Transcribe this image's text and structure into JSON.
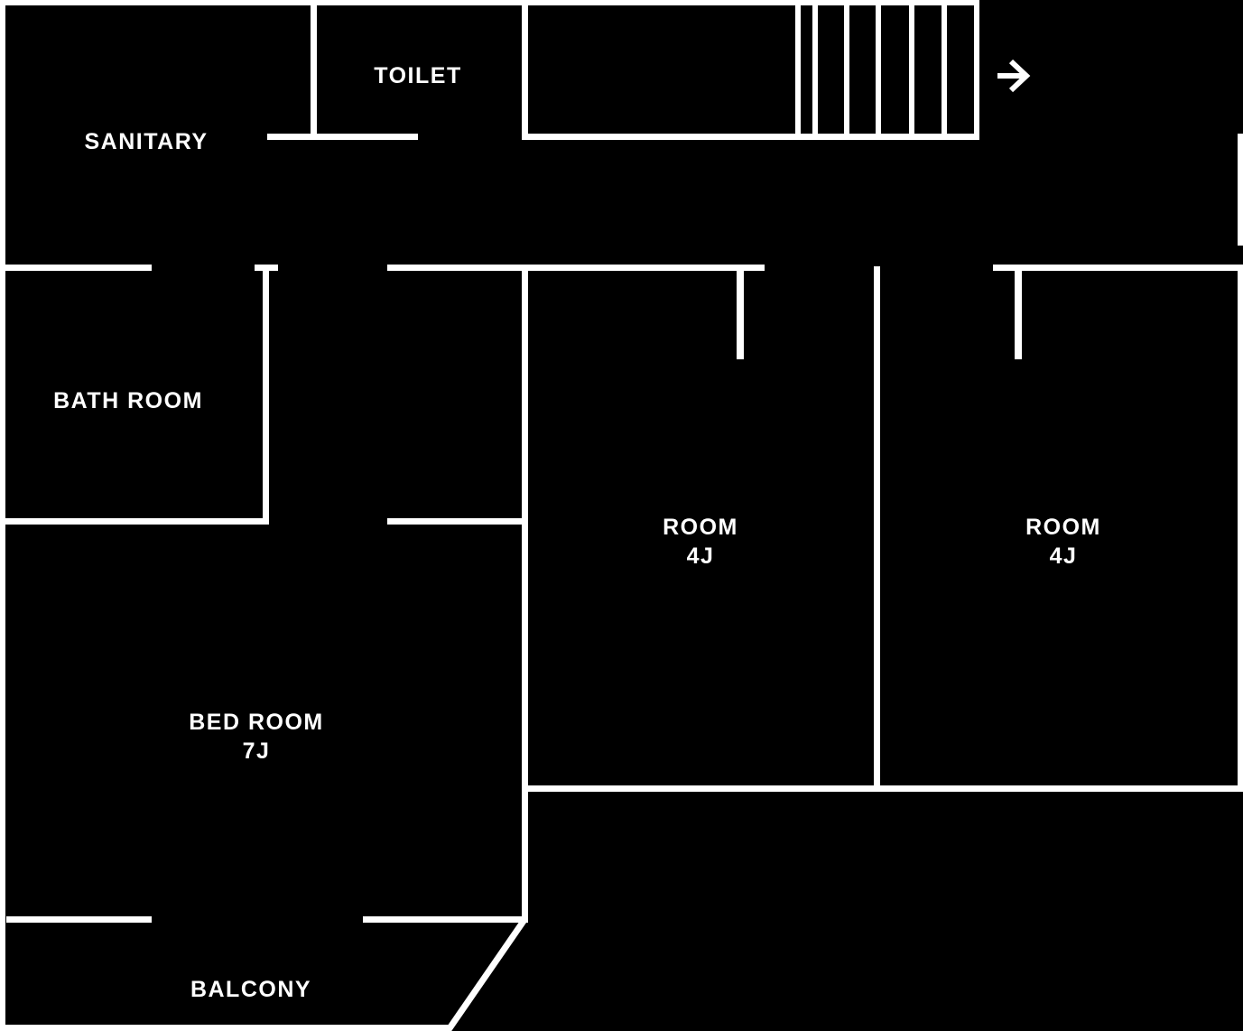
{
  "plan_title": "apartment-floor-plan",
  "colors": {
    "background": "#000000",
    "walls": "#ffffff",
    "text": "#ffffff"
  },
  "icons": {
    "entrance_arrow": "right-arrow"
  },
  "rooms": [
    {
      "id": "sanitary",
      "label": "SANITARY"
    },
    {
      "id": "toilet",
      "label": "TOILET"
    },
    {
      "id": "bath-room",
      "label": "BATH ROOM"
    },
    {
      "id": "room-left",
      "label": "ROOM",
      "size": "4J"
    },
    {
      "id": "room-right",
      "label": "ROOM",
      "size": "4J"
    },
    {
      "id": "bed-room",
      "label": "BED ROOM",
      "size": "7J"
    },
    {
      "id": "balcony",
      "label": "BALCONY"
    }
  ]
}
